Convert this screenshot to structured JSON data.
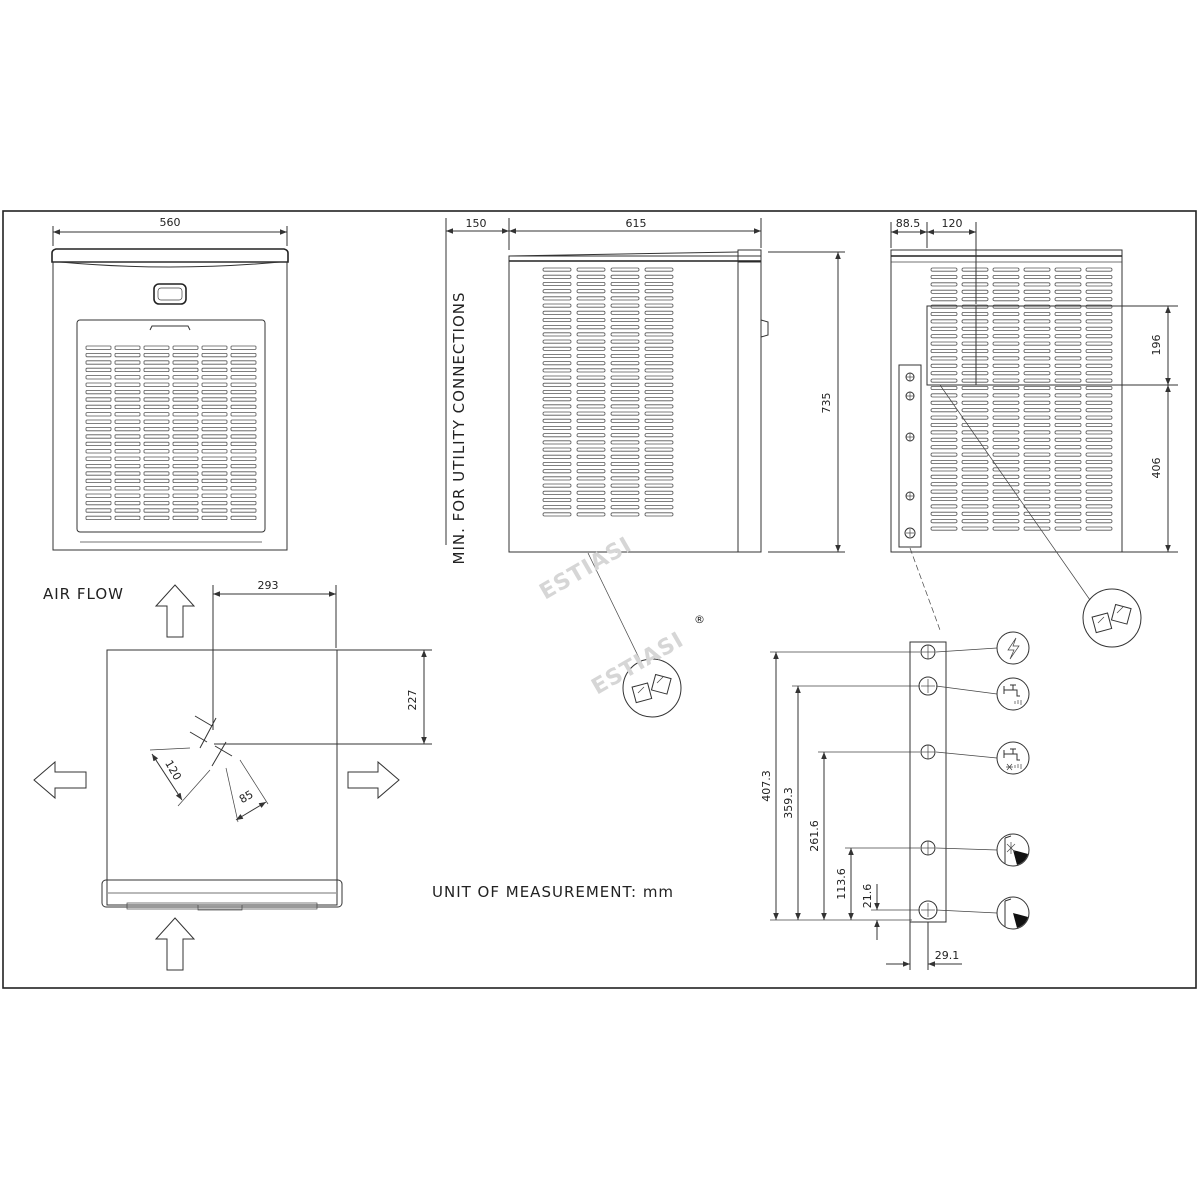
{
  "labels": {
    "air_flow": "AIR FLOW",
    "min_utility": "MIN. FOR UTILITY CONNECTIONS",
    "unit_of_measurement": "UNIT OF MEASUREMENT: mm",
    "watermark": "ESTIASI",
    "registered_mark": "®"
  },
  "front_view": {
    "width": "560"
  },
  "side_view": {
    "clearance": "150",
    "depth": "615",
    "height": "735"
  },
  "back_view": {
    "offset_left": "88.5",
    "offset_width": "120",
    "upper_height": "196",
    "lower_height": "406"
  },
  "top_view": {
    "offset_x": "293",
    "offset_y": "227",
    "hole_width": "120",
    "hole_depth": "85"
  },
  "connection_panel": {
    "heights": [
      "407.3",
      "359.3",
      "261.6",
      "113.6",
      "21.6"
    ],
    "offset": "29.1",
    "icons": [
      "electric-power-icon",
      "water-inlet-icon",
      "water-cooling-inlet-icon",
      "condenser-drain-icon",
      "drain-icon"
    ]
  }
}
